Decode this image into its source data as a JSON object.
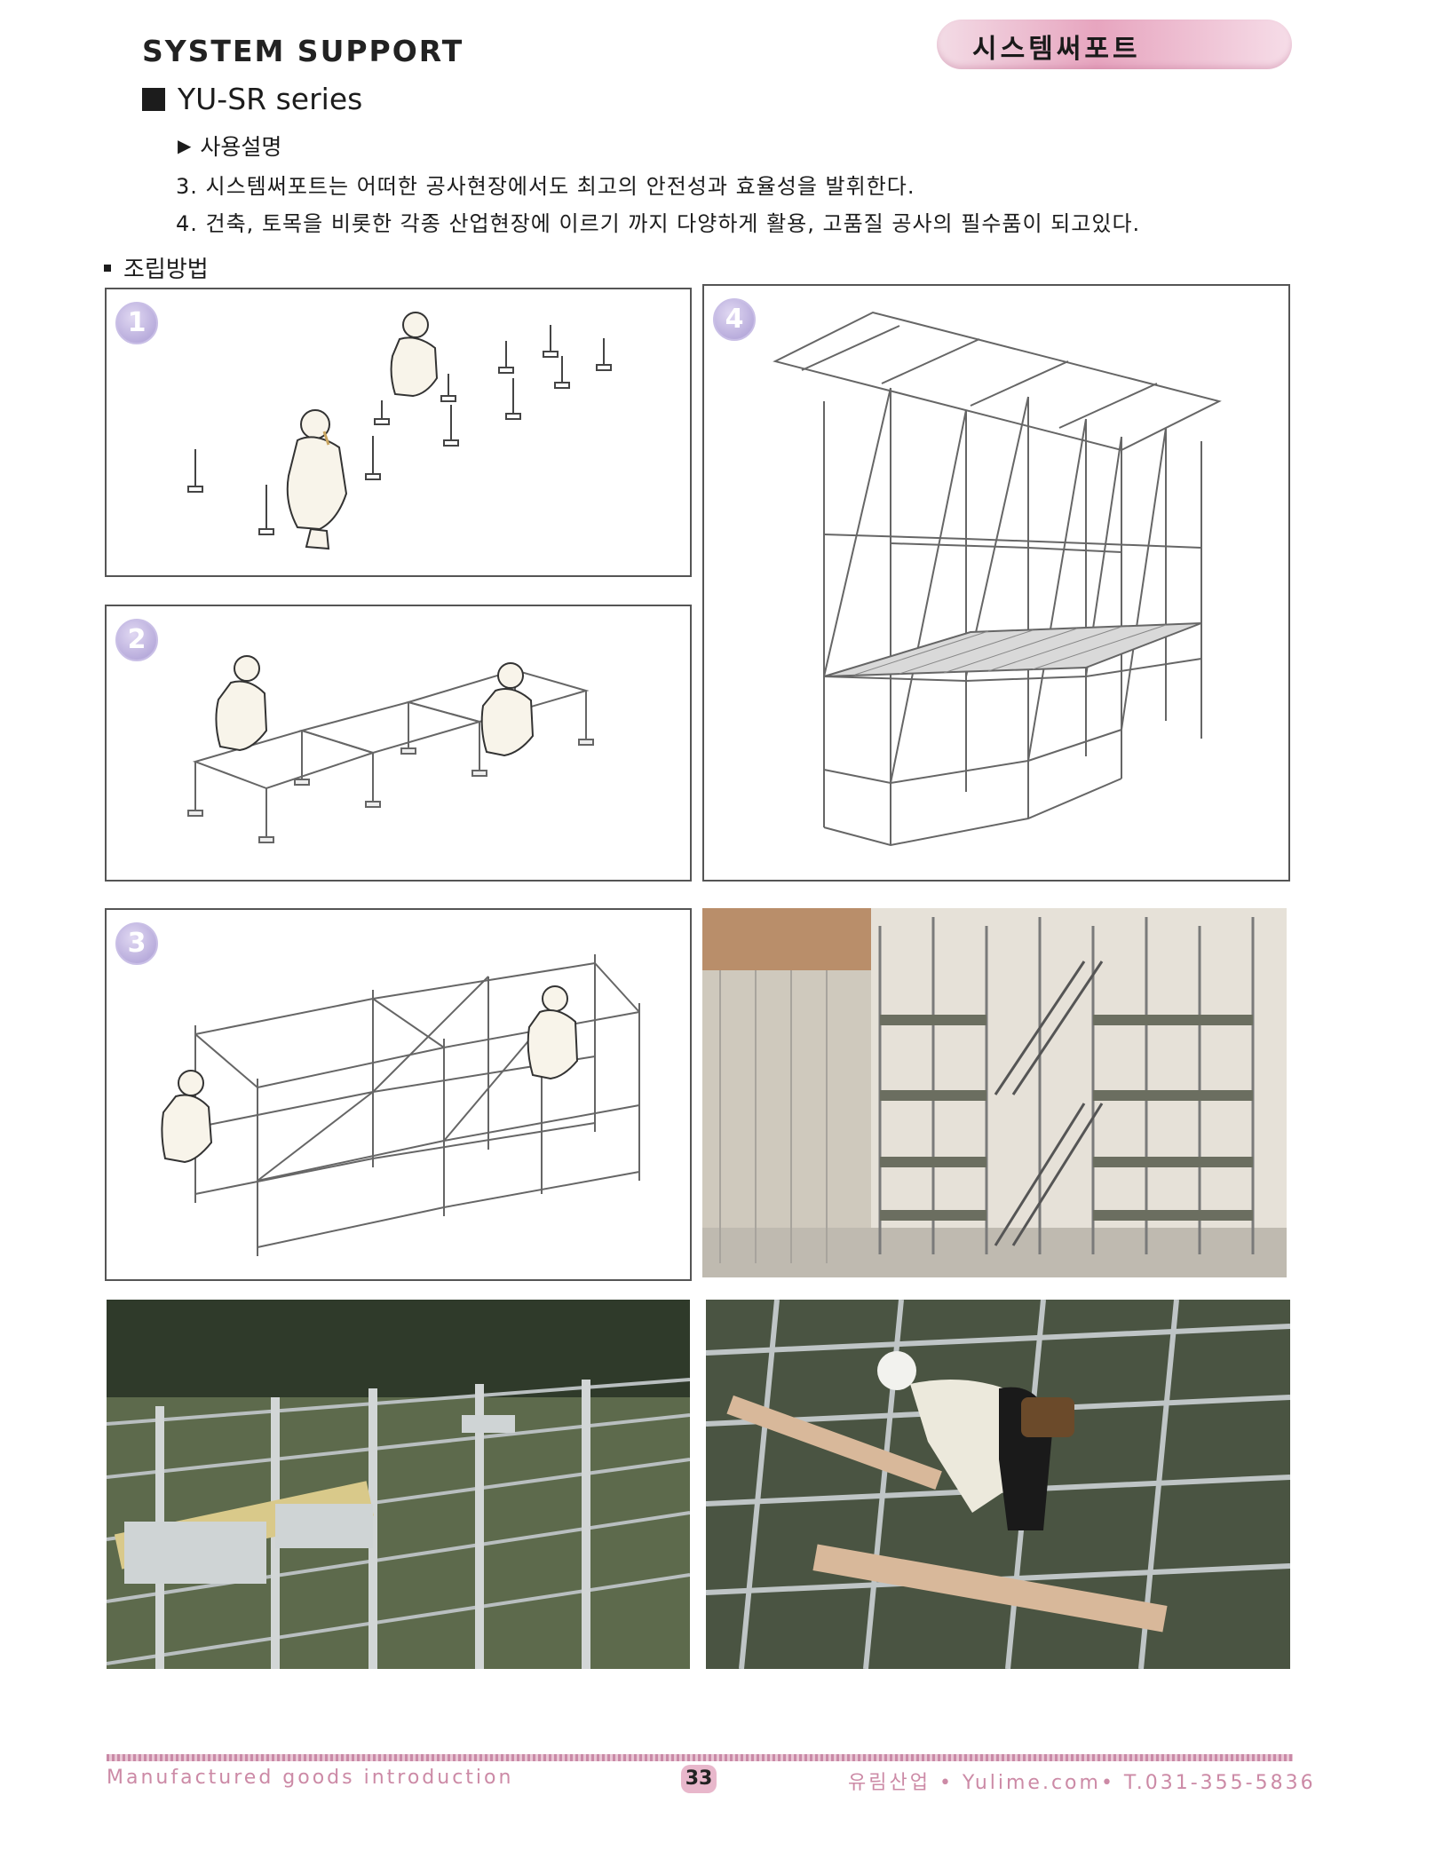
{
  "header": {
    "title": "SYSTEM SUPPORT",
    "tab_label": "시스템써포트",
    "series_label": "YU-SR series"
  },
  "intro": {
    "usage_heading": "사용설명",
    "line3": "3. 시스템써포트는 어떠한 공사현장에서도 최고의 안전성과 효율성을 발휘한다.",
    "line4": "4. 건축, 토목을 비롯한 각종 산업현장에 이르기 까지 다양하게 활용, 고품질 공사의 필수품이 되고있다."
  },
  "assembly": {
    "heading": "조립방법",
    "steps": [
      "1",
      "2",
      "3",
      "4"
    ]
  },
  "footer": {
    "left": "Manufactured goods introduction",
    "page_number": "33",
    "right": "유림산업 • Yulime.com• T.031-355-5836"
  },
  "colors": {
    "accent_pink": "#e7a5bf",
    "footer_pink": "#cc8aa6",
    "badge_purple": "#a99bd3"
  }
}
